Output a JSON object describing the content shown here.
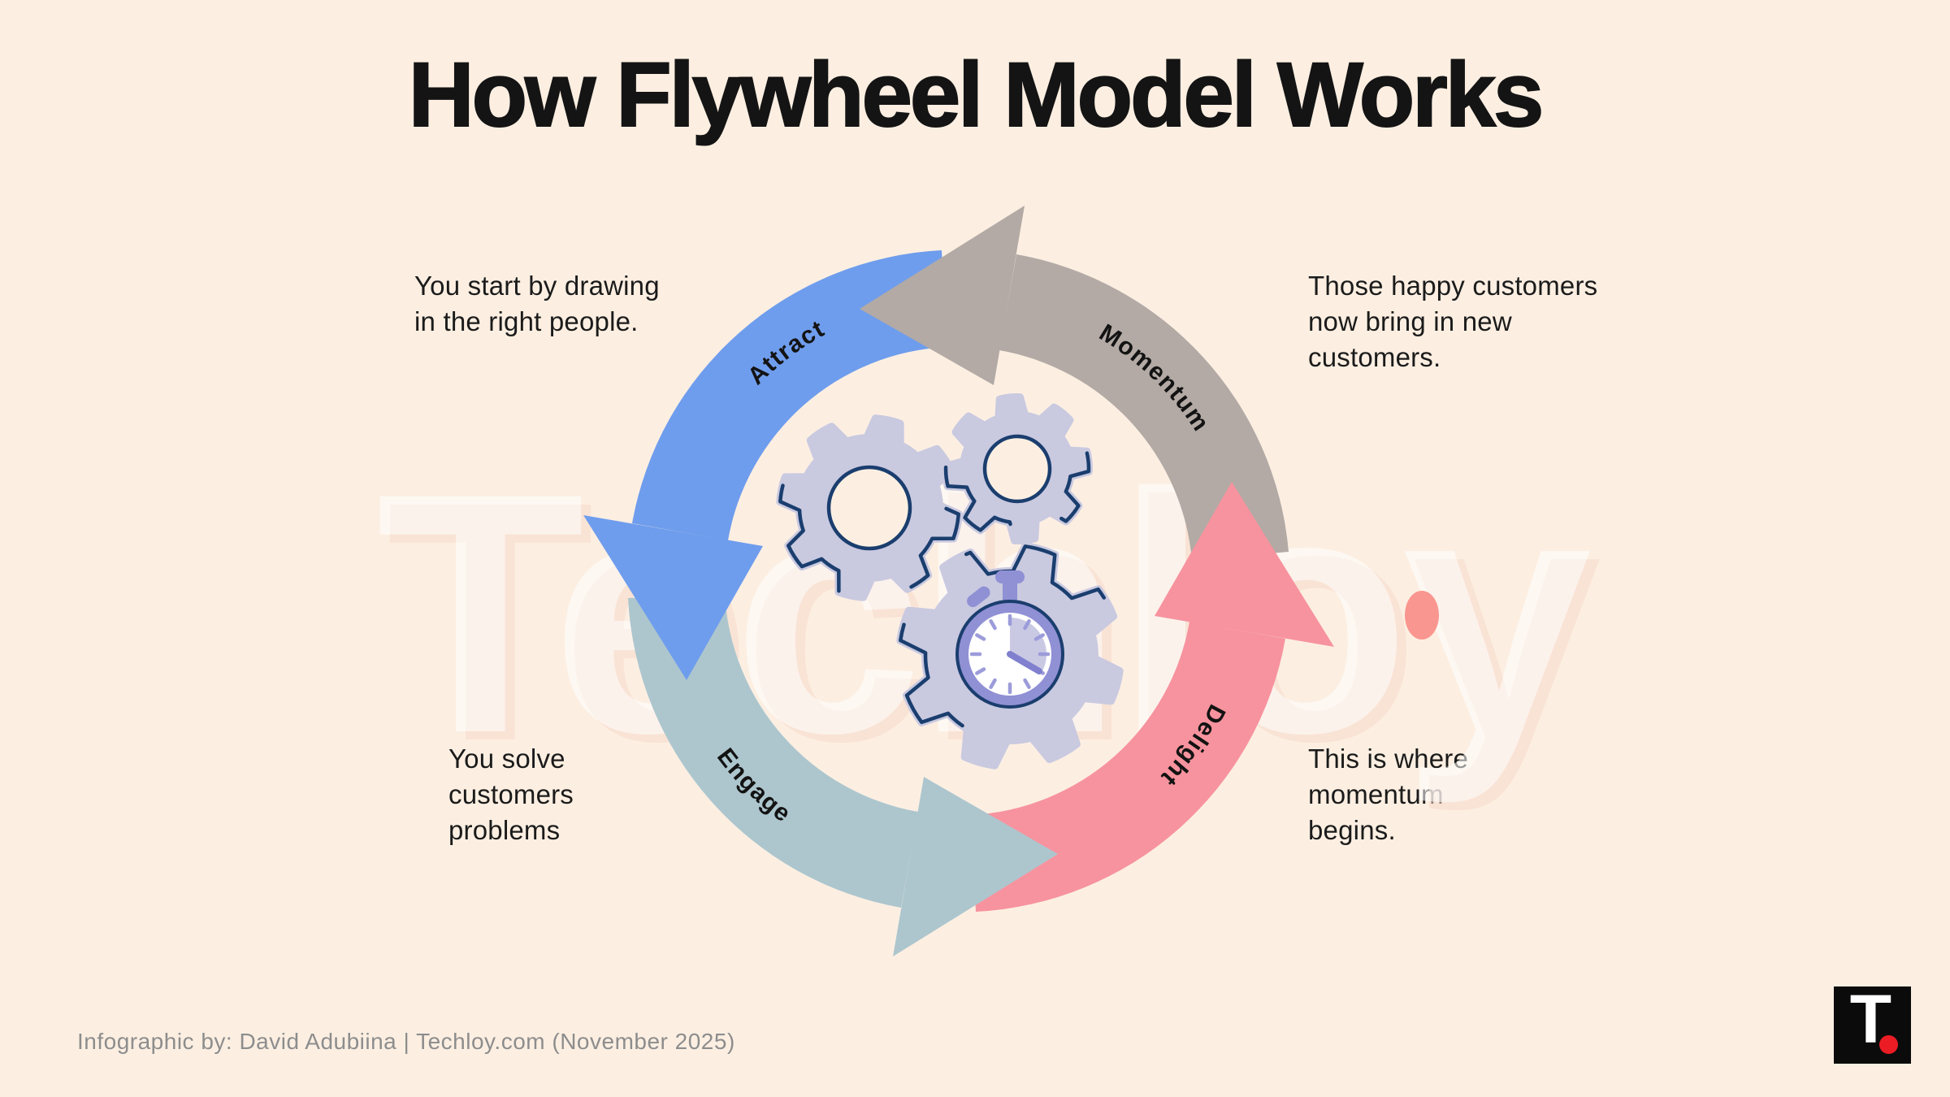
{
  "title": "How Flywheel Model Works",
  "flywheel": {
    "stages": [
      {
        "label": "Attract",
        "color": "#6f9ded",
        "note_lines": [
          "You start by drawing",
          "in the right people."
        ]
      },
      {
        "label": "Engage",
        "color": "#adc6ce",
        "note_lines": [
          "You solve",
          "customers",
          "problems"
        ]
      },
      {
        "label": "Delight",
        "color": "#f7939e",
        "note_lines": [
          "This is where",
          "momentum",
          "begins."
        ]
      },
      {
        "label": "Momentum",
        "color": "#b3aaa5",
        "note_lines": [
          "Those happy customers",
          "now bring in new",
          "customers."
        ]
      }
    ]
  },
  "watermark": {
    "text": "Techloy",
    "period_color": "#f9968f"
  },
  "footer": {
    "credit": "Infographic by: David Adubiina | Techloy.com (November 2025)"
  },
  "logo": {
    "letter": "T"
  },
  "colors": {
    "background": "#fcefe2",
    "title_text": "#141414",
    "body_text": "#1b1b1b",
    "footer_text": "#8d8d8d",
    "gear_fill": "#c9c9e0",
    "gear_outline": "#1a3e6e",
    "watch_ring": "#9090d5",
    "watch_face": "#ffffff",
    "watch_sector": "#c9c9e4",
    "watch_ticks": "#9c9cda",
    "watch_hand": "#8080cf",
    "logo_bg": "#0b0b0b",
    "logo_red": "#ec1c24"
  }
}
